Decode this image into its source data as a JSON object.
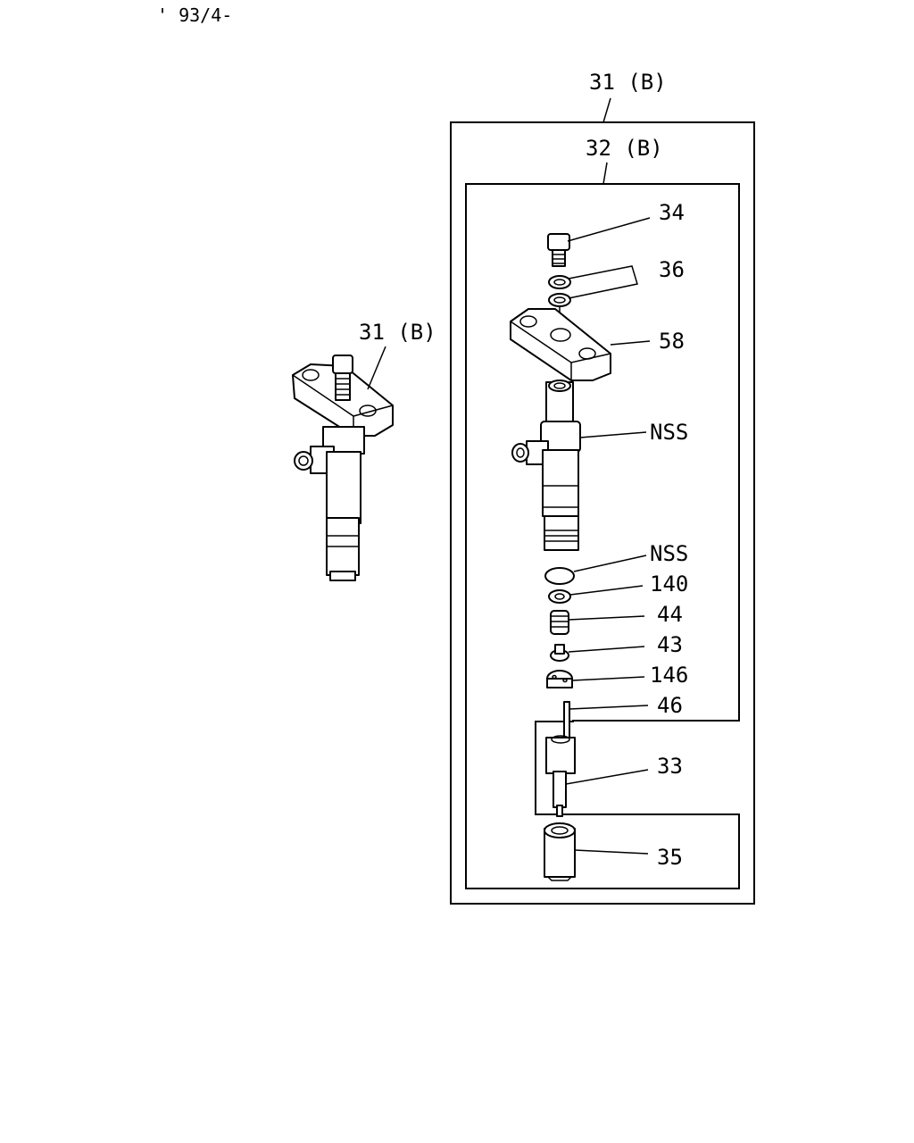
{
  "header": {
    "date_code": "' 93/4-"
  },
  "assembly_callout": "31 (B)",
  "callouts": {
    "outer_box": "31 (B)",
    "inner_box": "32 (B)",
    "p34": "34",
    "p36": "36",
    "p58": "58",
    "nss_body": "NSS",
    "nss_ring": "NSS",
    "p140": "140",
    "p44": "44",
    "p43": "43",
    "p146": "146",
    "p46": "46",
    "p33": "33",
    "p35": "35"
  }
}
